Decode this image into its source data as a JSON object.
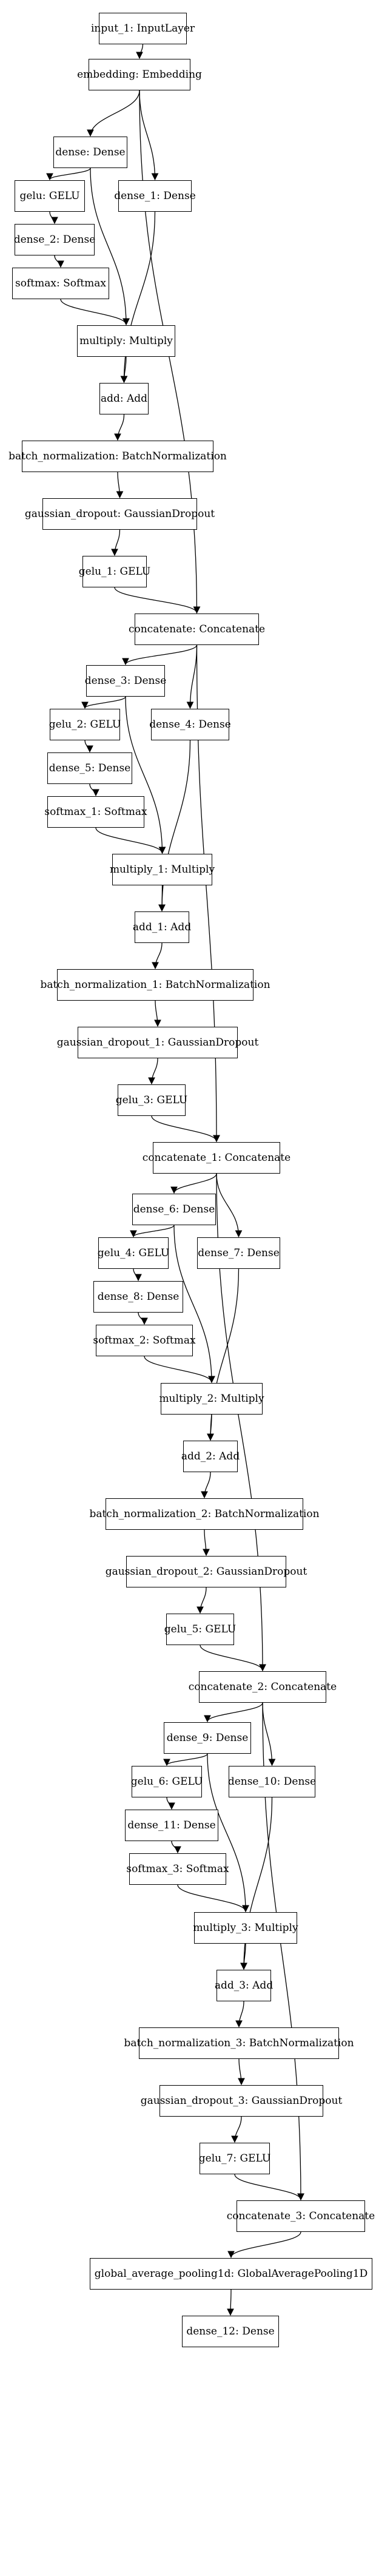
{
  "nodes": [
    {
      "id": "input_1",
      "label": "input_1: InputLayer"
    },
    {
      "id": "embedding",
      "label": "embedding: Embedding"
    },
    {
      "id": "dense",
      "label": "dense: Dense"
    },
    {
      "id": "gelu",
      "label": "gelu: GELU"
    },
    {
      "id": "dense_1",
      "label": "dense_1: Dense"
    },
    {
      "id": "dense_2",
      "label": "dense_2: Dense"
    },
    {
      "id": "softmax",
      "label": "softmax: Softmax"
    },
    {
      "id": "multiply",
      "label": "multiply: Multiply"
    },
    {
      "id": "add",
      "label": "add: Add"
    },
    {
      "id": "batch_normalization",
      "label": "batch_normalization: BatchNormalization"
    },
    {
      "id": "gaussian_dropout",
      "label": "gaussian_dropout: GaussianDropout"
    },
    {
      "id": "gelu_1",
      "label": "gelu_1: GELU"
    },
    {
      "id": "concatenate",
      "label": "concatenate: Concatenate"
    },
    {
      "id": "dense_3",
      "label": "dense_3: Dense"
    },
    {
      "id": "gelu_2",
      "label": "gelu_2: GELU"
    },
    {
      "id": "dense_4",
      "label": "dense_4: Dense"
    },
    {
      "id": "dense_5",
      "label": "dense_5: Dense"
    },
    {
      "id": "softmax_1",
      "label": "softmax_1: Softmax"
    },
    {
      "id": "multiply_1",
      "label": "multiply_1: Multiply"
    },
    {
      "id": "add_1",
      "label": "add_1: Add"
    },
    {
      "id": "batch_normalization_1",
      "label": "batch_normalization_1: BatchNormalization"
    },
    {
      "id": "gaussian_dropout_1",
      "label": "gaussian_dropout_1: GaussianDropout"
    },
    {
      "id": "gelu_3",
      "label": "gelu_3: GELU"
    },
    {
      "id": "concatenate_1",
      "label": "concatenate_1: Concatenate"
    },
    {
      "id": "dense_6",
      "label": "dense_6: Dense"
    },
    {
      "id": "gelu_4",
      "label": "gelu_4: GELU"
    },
    {
      "id": "dense_7",
      "label": "dense_7: Dense"
    },
    {
      "id": "dense_8",
      "label": "dense_8: Dense"
    },
    {
      "id": "softmax_2",
      "label": "softmax_2: Softmax"
    },
    {
      "id": "multiply_2",
      "label": "multiply_2: Multiply"
    },
    {
      "id": "add_2",
      "label": "add_2: Add"
    },
    {
      "id": "batch_normalization_2",
      "label": "batch_normalization_2: BatchNormalization"
    },
    {
      "id": "gaussian_dropout_2",
      "label": "gaussian_dropout_2: GaussianDropout"
    },
    {
      "id": "gelu_5",
      "label": "gelu_5: GELU"
    },
    {
      "id": "concatenate_2",
      "label": "concatenate_2: Concatenate"
    },
    {
      "id": "dense_9",
      "label": "dense_9: Dense"
    },
    {
      "id": "gelu_6",
      "label": "gelu_6: GELU"
    },
    {
      "id": "dense_10",
      "label": "dense_10: Dense"
    },
    {
      "id": "dense_11",
      "label": "dense_11: Dense"
    },
    {
      "id": "softmax_3",
      "label": "softmax_3: Softmax"
    },
    {
      "id": "multiply_3",
      "label": "multiply_3: Multiply"
    },
    {
      "id": "add_3",
      "label": "add_3: Add"
    },
    {
      "id": "batch_normalization_3",
      "label": "batch_normalization_3: BatchNormalization"
    },
    {
      "id": "gaussian_dropout_3",
      "label": "gaussian_dropout_3: GaussianDropout"
    },
    {
      "id": "gelu_7",
      "label": "gelu_7: GELU"
    },
    {
      "id": "concatenate_3",
      "label": "concatenate_3: Concatenate"
    },
    {
      "id": "global_average_pooling1d",
      "label": "global_average_pooling1d: GlobalAveragePooling1D"
    },
    {
      "id": "dense_12",
      "label": "dense_12: Dense"
    }
  ],
  "edges": [
    [
      "input_1",
      "embedding"
    ],
    [
      "embedding",
      "dense"
    ],
    [
      "embedding",
      "dense_1"
    ],
    [
      "embedding",
      "concatenate"
    ],
    [
      "dense",
      "gelu"
    ],
    [
      "dense",
      "multiply"
    ],
    [
      "gelu",
      "dense_2"
    ],
    [
      "dense_2",
      "softmax"
    ],
    [
      "softmax",
      "multiply"
    ],
    [
      "multiply",
      "add"
    ],
    [
      "dense_1",
      "add"
    ],
    [
      "add",
      "batch_normalization"
    ],
    [
      "batch_normalization",
      "gaussian_dropout"
    ],
    [
      "gaussian_dropout",
      "gelu_1"
    ],
    [
      "gelu_1",
      "concatenate"
    ],
    [
      "concatenate",
      "dense_3"
    ],
    [
      "concatenate",
      "dense_4"
    ],
    [
      "concatenate",
      "concatenate_1"
    ],
    [
      "dense_3",
      "gelu_2"
    ],
    [
      "dense_3",
      "multiply_1"
    ],
    [
      "gelu_2",
      "dense_5"
    ],
    [
      "dense_5",
      "softmax_1"
    ],
    [
      "softmax_1",
      "multiply_1"
    ],
    [
      "multiply_1",
      "add_1"
    ],
    [
      "dense_4",
      "add_1"
    ],
    [
      "add_1",
      "batch_normalization_1"
    ],
    [
      "batch_normalization_1",
      "gaussian_dropout_1"
    ],
    [
      "gaussian_dropout_1",
      "gelu_3"
    ],
    [
      "gelu_3",
      "concatenate_1"
    ],
    [
      "concatenate_1",
      "dense_6"
    ],
    [
      "concatenate_1",
      "dense_7"
    ],
    [
      "concatenate_1",
      "concatenate_2"
    ],
    [
      "dense_6",
      "gelu_4"
    ],
    [
      "dense_6",
      "multiply_2"
    ],
    [
      "gelu_4",
      "dense_8"
    ],
    [
      "dense_8",
      "softmax_2"
    ],
    [
      "softmax_2",
      "multiply_2"
    ],
    [
      "multiply_2",
      "add_2"
    ],
    [
      "dense_7",
      "add_2"
    ],
    [
      "add_2",
      "batch_normalization_2"
    ],
    [
      "batch_normalization_2",
      "gaussian_dropout_2"
    ],
    [
      "gaussian_dropout_2",
      "gelu_5"
    ],
    [
      "gelu_5",
      "concatenate_2"
    ],
    [
      "concatenate_2",
      "dense_9"
    ],
    [
      "concatenate_2",
      "dense_10"
    ],
    [
      "concatenate_2",
      "concatenate_3"
    ],
    [
      "dense_9",
      "gelu_6"
    ],
    [
      "dense_9",
      "multiply_3"
    ],
    [
      "gelu_6",
      "dense_11"
    ],
    [
      "dense_11",
      "softmax_3"
    ],
    [
      "softmax_3",
      "multiply_3"
    ],
    [
      "multiply_3",
      "add_3"
    ],
    [
      "dense_10",
      "add_3"
    ],
    [
      "add_3",
      "batch_normalization_3"
    ],
    [
      "batch_normalization_3",
      "gaussian_dropout_3"
    ],
    [
      "gaussian_dropout_3",
      "gelu_7"
    ],
    [
      "gelu_7",
      "concatenate_3"
    ],
    [
      "concatenate_3",
      "global_average_pooling1d"
    ],
    [
      "global_average_pooling1d",
      "dense_12"
    ]
  ],
  "colors": {
    "stroke": "#000000",
    "background": "#ffffff"
  }
}
